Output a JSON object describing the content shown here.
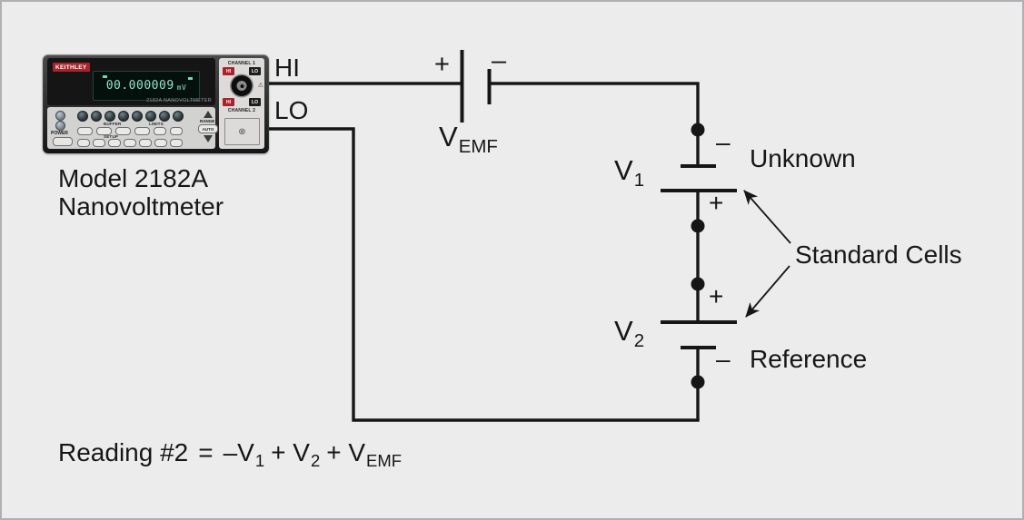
{
  "colors": {
    "background": "#ececec",
    "frame_border": "#b0b0b4",
    "wire": "#161616",
    "brand_red": "#a8242a",
    "display_green": "#8ce8c6",
    "display_bg": "#04100c"
  },
  "meter": {
    "brand": "KEITHLEY",
    "display_value": "00.000009",
    "display_unit": "mV",
    "panel_model": "2182A NANOVOLTMETER",
    "channel1_label": "CHANNEL 1",
    "channel2_label": "CHANNEL 2",
    "hi_terminal": "HI",
    "lo_terminal": "LO",
    "power_label": "POWER",
    "range_label": "RANGE",
    "auto_label": "AUTO",
    "buffer_label": "BUFFER",
    "limits_label": "LIMITS",
    "setup_label": "SETUP",
    "warning_icon": "⚠",
    "schem_icon": "⊗",
    "caption_line1": "Model 2182A",
    "caption_line2": "Nanovoltmeter"
  },
  "wiring": {
    "hi_label": "HI",
    "lo_label": "LO"
  },
  "source_emf": {
    "plus": "+",
    "minus": "–",
    "base": "V",
    "sub": "EMF"
  },
  "cell_unknown": {
    "base": "V",
    "sub": "1",
    "minus": "–",
    "plus": "+",
    "name": "Unknown"
  },
  "cell_reference": {
    "base": "V",
    "sub": "2",
    "plus": "+",
    "minus": "–",
    "name": "Reference"
  },
  "standard_cells_label": "Standard Cells",
  "formula": {
    "lhs": "Reading #2",
    "eq": "=",
    "t1": "–V",
    "t1_sub": "1",
    "t2": "+ V",
    "t2_sub": "2",
    "t3": "+ V",
    "t3_sub": "EMF"
  }
}
